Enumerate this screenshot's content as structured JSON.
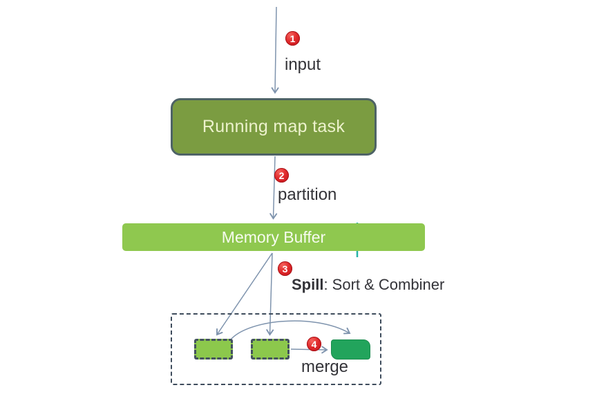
{
  "nodes": {
    "map_task": {
      "label": "Running map task"
    },
    "memory_buffer": {
      "label": "Memory Buffer"
    }
  },
  "steps": [
    {
      "number": "1",
      "label": "input"
    },
    {
      "number": "2",
      "label": "partition"
    },
    {
      "number": "3",
      "label_bold": "Spill",
      "label_rest": ": Sort & Combiner"
    },
    {
      "number": "4",
      "label": "merge"
    }
  ],
  "colors": {
    "map_task_fill": "#7b9c41",
    "map_task_border": "#4e6366",
    "map_task_text": "#edf2cd",
    "memory_buffer_fill": "#8fc84f",
    "spill_file_fill": "#8cc84c",
    "merged_file_fill": "#22a45c",
    "dashed_border": "#3e4c5c",
    "arrow": "#7e93ad",
    "buffer_divider": "#26b3a7",
    "step_badge": "#d91e25",
    "label_text": "#333338"
  }
}
